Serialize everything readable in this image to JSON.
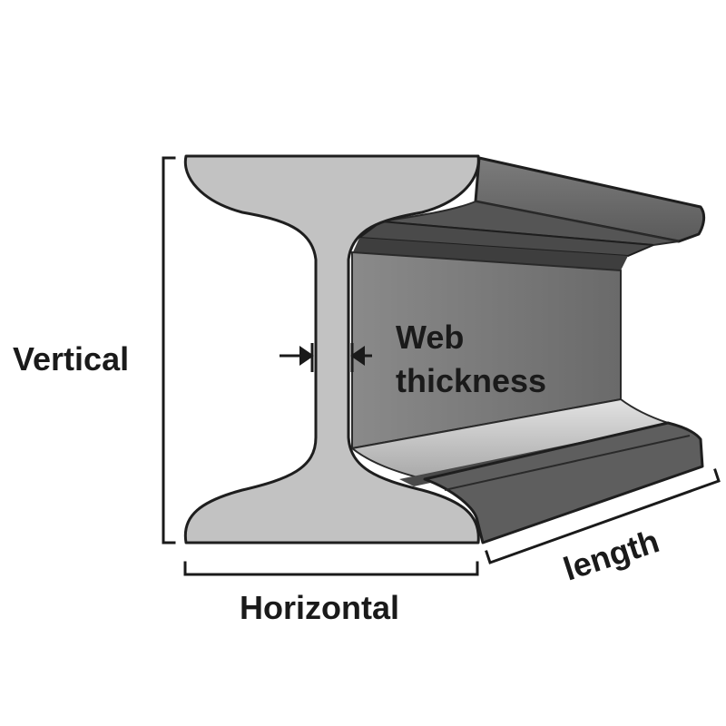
{
  "labels": {
    "vertical": "Vertical",
    "web_line1": "Web",
    "web_line2": "thickness",
    "horizontal": "Horizontal",
    "length": "length"
  },
  "colors": {
    "front_face": "#c2c2c2",
    "web_wall": "#747474",
    "top_flange_top": "#6c6c6c",
    "bottom_flange_surface": "#d6d6d6",
    "ink": "#1a1a1a"
  }
}
